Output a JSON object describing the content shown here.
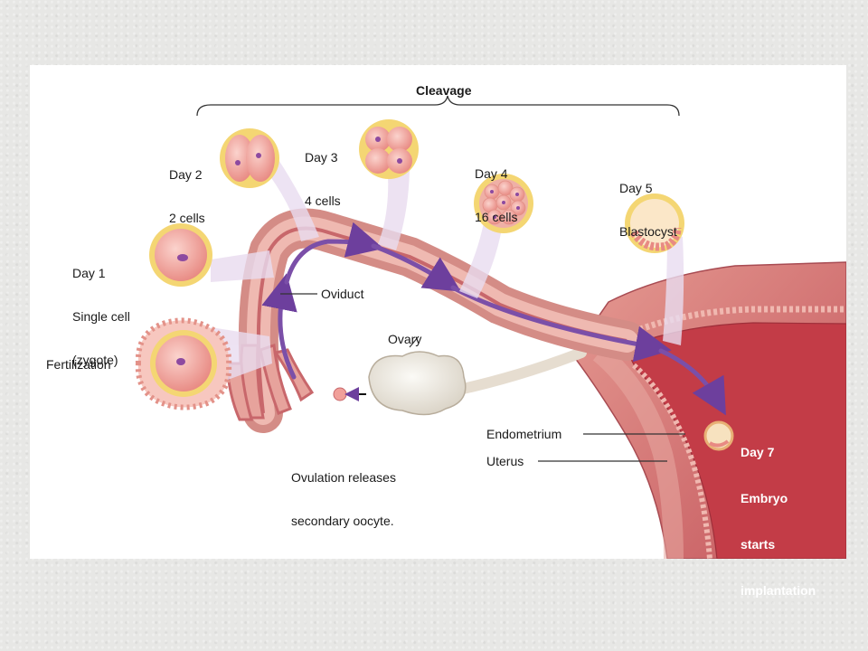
{
  "diagram": {
    "header": "Cleavage",
    "stages": {
      "fertilization": "Fertilization",
      "day1": [
        "Day 1",
        "Single cell",
        "(zygote)"
      ],
      "day2": [
        "Day 2",
        "2 cells"
      ],
      "day3": [
        "Day 3",
        "4 cells"
      ],
      "day4": [
        "Day 4",
        "16 cells"
      ],
      "day5": [
        "Day 5",
        "Blastocyst"
      ],
      "day7": [
        "Day 7",
        "Embryo",
        "starts",
        "implantation"
      ]
    },
    "structures": {
      "oviduct": "Oviduct",
      "ovary": "Ovary",
      "endometrium": "Endometrium",
      "uterus": "Uterus"
    },
    "ovulation_note": [
      "Ovulation releases",
      "secondary oocyte."
    ]
  },
  "colors": {
    "tissue": "#d98a86",
    "tissue_dark": "#b64a4f",
    "uterus_inner": "#c23b45",
    "cell": "#f2a9a0",
    "zona": "#f4d673",
    "arrow": "#7b4fa8",
    "halo": "#e9dcf0"
  }
}
